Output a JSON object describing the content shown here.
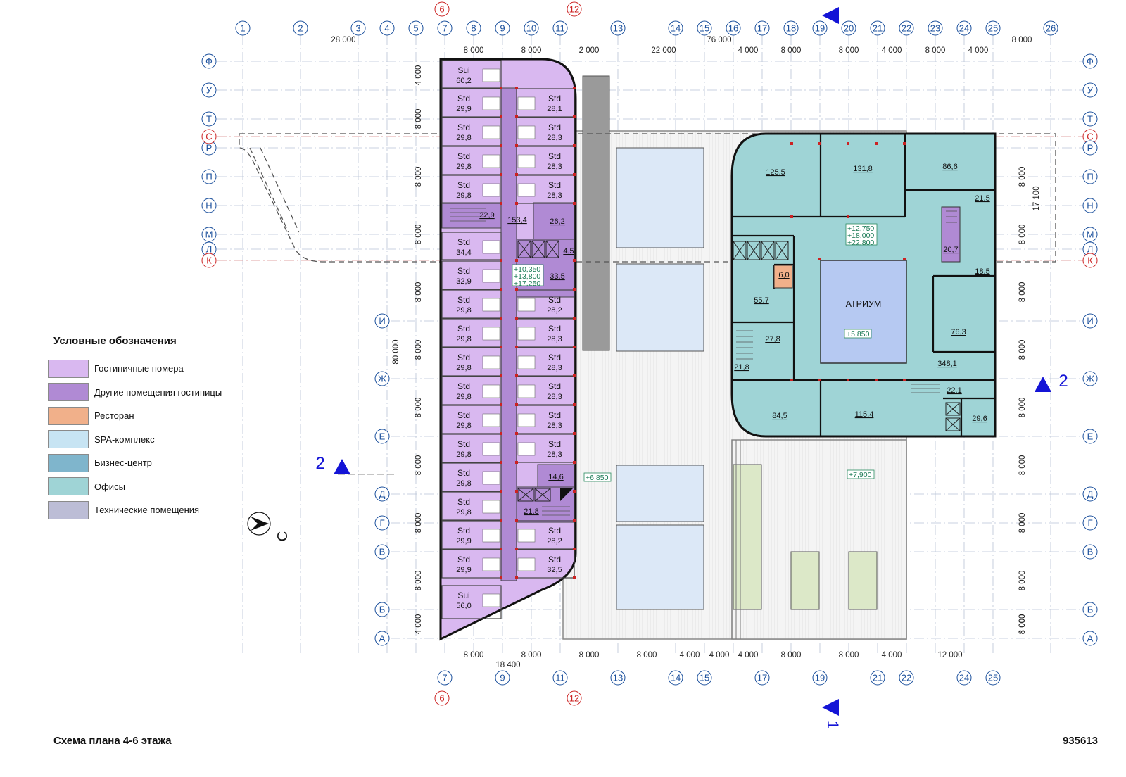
{
  "title": "Схема плана 4-6 этажа",
  "project_code": "935613",
  "legend": {
    "title": "Условные обозначения",
    "items": [
      {
        "label": "Гостиничные номера",
        "color": "#d9b8f0"
      },
      {
        "label": "Другие помещения гостиницы",
        "color": "#b08ad4"
      },
      {
        "label": "Ресторан",
        "color": "#f1b08a"
      },
      {
        "label": "SPA-комплекс",
        "color": "#c7e4f3"
      },
      {
        "label": "Бизнес-центр",
        "color": "#7fb5cc"
      },
      {
        "label": "Офисы",
        "color": "#9fd4d6"
      },
      {
        "label": "Технические помещения",
        "color": "#bcbdd6"
      }
    ]
  },
  "axes": {
    "top_numbers": [
      "1",
      "2",
      "3",
      "4",
      "5",
      "7",
      "8",
      "9",
      "10",
      "11",
      "13",
      "14",
      "15",
      "16",
      "17",
      "18",
      "19",
      "20",
      "21",
      "22",
      "23",
      "24",
      "25",
      "26"
    ],
    "red_numbers": [
      "6",
      "12"
    ],
    "bottom_numbers": [
      "7",
      "9",
      "11",
      "13",
      "14",
      "15",
      "17",
      "19",
      "21",
      "22",
      "24",
      "25"
    ],
    "letters_left": [
      "Ф",
      "У",
      "Т",
      "Р",
      "П",
      "Н",
      "М",
      "Л",
      "И",
      "Ж",
      "Е",
      "Д",
      "Г",
      "В",
      "Б",
      "А"
    ],
    "letters_red": [
      "С",
      "К"
    ],
    "letters_right": [
      "Ф",
      "У",
      "Т",
      "С",
      "Р",
      "П",
      "Н",
      "М",
      "Л",
      "К",
      "И",
      "Ж",
      "Е",
      "Д",
      "Г",
      "В",
      "Б",
      "А"
    ]
  },
  "dimensions": {
    "top_total_left": "28 000",
    "top_total_main": "76 000",
    "top_right": "8 000",
    "top_segments": [
      "8 000",
      "8 000",
      "2 000",
      "22 000",
      "4 000",
      "8 000",
      "8 000",
      "4 000",
      "8 000",
      "4 000"
    ],
    "left_total": "80 000",
    "left_segments": [
      "4 000",
      "8 000",
      "8 000",
      "8 000",
      "8 000",
      "8 000",
      "8 000",
      "8 000",
      "8 000",
      "8 000",
      "4 000"
    ],
    "right_total": "17 100",
    "right_segments": [
      "8 000",
      "8 000",
      "8 000",
      "8 000",
      "8 000",
      "8 000",
      "8 000",
      "8 000",
      "8 000",
      "4 000"
    ],
    "bottom_segments": [
      "8 000",
      "8 000",
      "8 000",
      "8 000",
      "4 000",
      "4 000",
      "4 000",
      "8 000",
      "8 000",
      "4 000",
      "12 000"
    ],
    "bottom_sub": "18 400"
  },
  "hotel_rooms_left": [
    {
      "type": "Sui",
      "area": "60,2"
    },
    {
      "type": "Std",
      "area": "29,9"
    },
    {
      "type": "Std",
      "area": "29,8"
    },
    {
      "type": "Std",
      "area": "29,8"
    },
    {
      "type": "Std",
      "area": "29,8"
    },
    {
      "type": "Std",
      "area": "34,4"
    },
    {
      "type": "Std",
      "area": "32,9"
    },
    {
      "type": "Std",
      "area": "29,8"
    },
    {
      "type": "Std",
      "area": "29,8"
    },
    {
      "type": "Std",
      "area": "29,8"
    },
    {
      "type": "Std",
      "area": "29,8"
    },
    {
      "type": "Std",
      "area": "29,8"
    },
    {
      "type": "Std",
      "area": "29,8"
    },
    {
      "type": "Std",
      "area": "29,8"
    },
    {
      "type": "Std",
      "area": "29,8"
    },
    {
      "type": "Std",
      "area": "29,9"
    },
    {
      "type": "Std",
      "area": "29,9"
    },
    {
      "type": "Sui",
      "area": "56,0"
    }
  ],
  "hotel_rooms_right": [
    {
      "type": "Std",
      "area": "28,1"
    },
    {
      "type": "Std",
      "area": "28,3"
    },
    {
      "type": "Std",
      "area": "28,3"
    },
    {
      "type": "Std",
      "area": "28,3"
    },
    {
      "type": "Std",
      "area": "28,2"
    },
    {
      "type": "Std",
      "area": "28,3"
    },
    {
      "type": "Std",
      "area": "28,3"
    },
    {
      "type": "Std",
      "area": "28,3"
    },
    {
      "type": "Std",
      "area": "28,3"
    },
    {
      "type": "Std",
      "area": "28,3"
    },
    {
      "type": "Std",
      "area": "28,2"
    },
    {
      "type": "Std",
      "area": "32,5"
    }
  ],
  "hotel_other": {
    "corridor": "153,4",
    "stair_top": "22,9",
    "room_a": "26,2",
    "room_b": "4,5",
    "room_c": "33,5",
    "room_d": "14,6",
    "stair_bottom": "21,8",
    "levels": [
      "+10,350",
      "+13,800",
      "+17,250"
    ]
  },
  "office": {
    "rooms": [
      "125,5",
      "131,8",
      "86,6",
      "21,5",
      "20,7",
      "18,5",
      "55,7",
      "6,0",
      "27,8",
      "21,8",
      "76,3",
      "348,1",
      "22,1",
      "84,5",
      "115,4",
      "29,6"
    ],
    "atrium_label": "АТРИУМ",
    "atrium_level": "+5,850",
    "levels": [
      "+12,750",
      "+18,000",
      "+22,800"
    ]
  },
  "roof_levels": [
    "+6,850",
    "+7,900"
  ],
  "sections": {
    "s1": "1",
    "s2": "2"
  },
  "north_label": "С"
}
